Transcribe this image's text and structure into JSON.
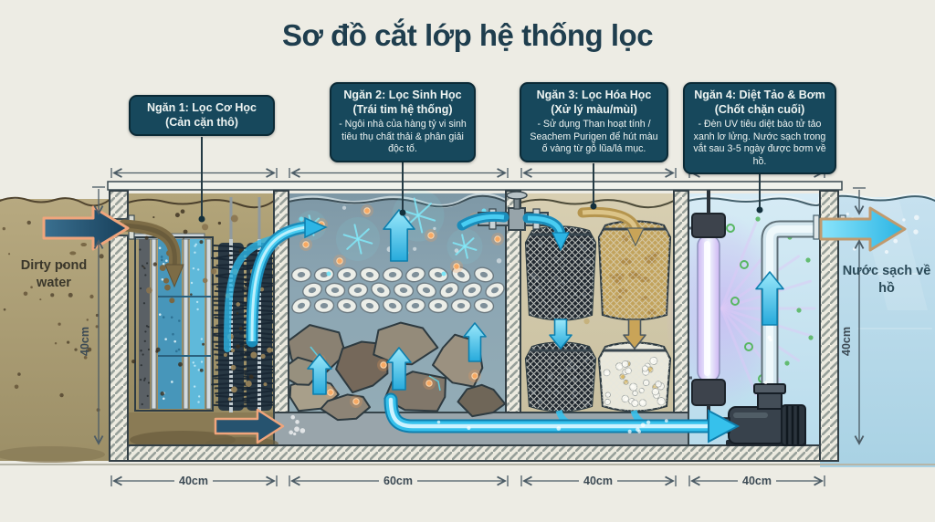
{
  "title": "Sơ đồ cắt lớp hệ thống lọc",
  "callouts": [
    {
      "heading": "Ngăn 1: Lọc Cơ Học",
      "subheading": "(Cản cặn thô)",
      "body": ""
    },
    {
      "heading": "Ngăn 2: Lọc Sinh Học",
      "subheading": "(Trái tim hệ thống)",
      "body": "- Ngôi nhà của hàng tỷ vi sinh tiêu thụ chất thải & phân giải độc tố."
    },
    {
      "heading": "Ngăn 3: Lọc Hóa Học",
      "subheading": "(Xử lý màu/mùi)",
      "body": "- Sử dụng Than hoạt tính / Seachem Purigen để hút màu ố vàng từ gỗ lũa/lá mục."
    },
    {
      "heading": "Ngăn 4: Diệt Tảo & Bơm",
      "subheading": "(Chốt chặn cuối)",
      "body": "- Đèn UV tiêu diệt bào tử tảo xanh lơ lửng. Nước sạch trong vắt sau 3-5 ngày được bơm về hồ."
    }
  ],
  "labels": {
    "inflow": "Dirty pond water",
    "outflow": "Nước sạch về hồ"
  },
  "dimensions": {
    "left_height": "40cm",
    "right_height": "40cm",
    "widths": [
      "40cm",
      "60cm",
      "40cm",
      "40cm"
    ]
  },
  "colors": {
    "callout_bg": "#17485c",
    "title_text": "#1f3e4e",
    "arrow_cyan": "#36c1ec",
    "arrow_dark_blue": "#26536f",
    "arrow_outline_orange": "#f0a57c",
    "uv_purple": "#c79df2",
    "dirty_water": "#ab9e74",
    "bio_water": "#8ca6b3",
    "chem_water": "#d2c9ab",
    "clean_water": "#bedfee"
  }
}
